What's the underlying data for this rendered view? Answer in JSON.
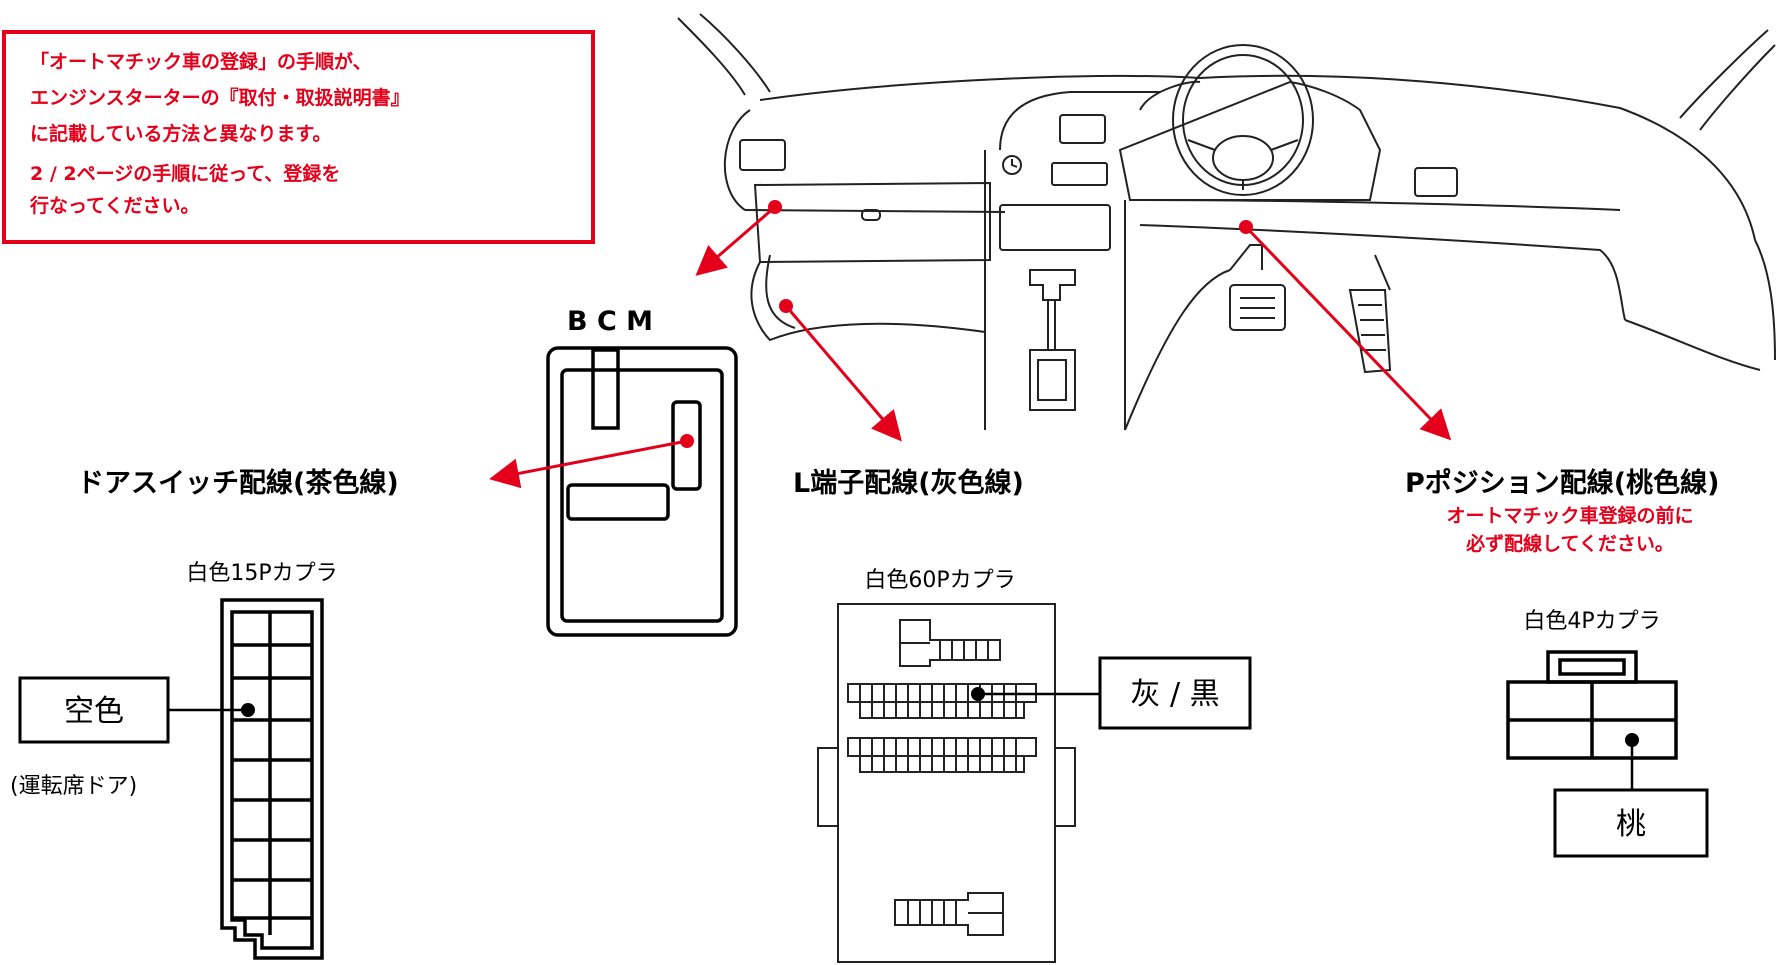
{
  "notice": {
    "lines": [
      "「オートマチック車の登録」の手順が、",
      "エンジンスターターの『取付・取扱説明書』",
      "に記載している方法と異なります。",
      "2 / 2ページの手順に従って、登録を",
      "行なってください。"
    ]
  },
  "labels": {
    "bcm": "B C M",
    "door_switch": "ドアスイッチ配線(茶色線)",
    "l_terminal": "L端子配線(灰色線)",
    "p_position": "Pポジション配線(桃色線)",
    "p_position_note_1": "オートマチック車登録の前に",
    "p_position_note_2": "必ず配線してください。"
  },
  "connectors": {
    "c15": {
      "title": "白色15Pカプラ",
      "wire": "空色",
      "sub": "(運転席ドア)"
    },
    "c60": {
      "title": "白色60Pカプラ",
      "wire": "灰 / 黒"
    },
    "c4": {
      "title": "白色4Pカプラ",
      "wire": "桃"
    }
  },
  "colors": {
    "accent_red": "#e4001a",
    "line": "#222222"
  }
}
